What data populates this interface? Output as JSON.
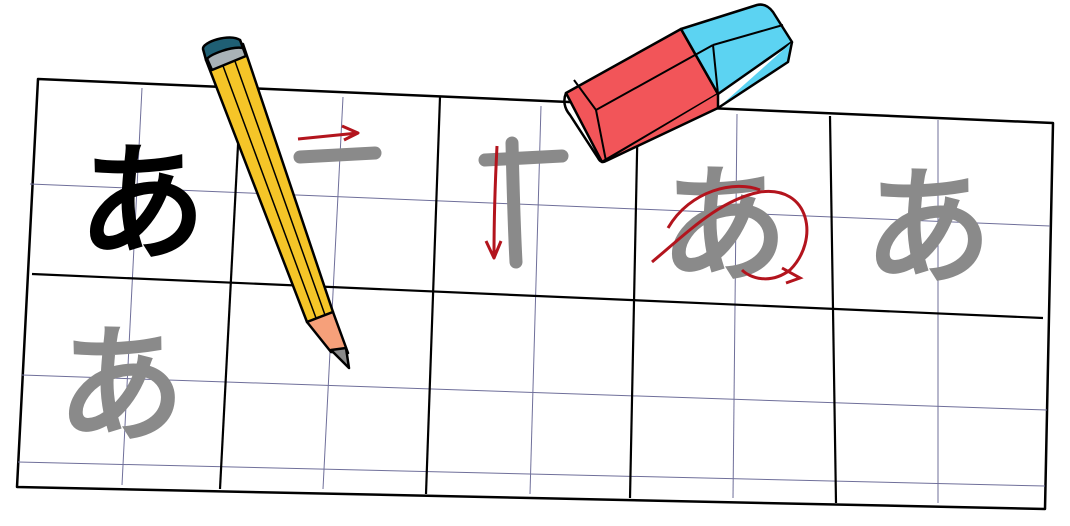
{
  "worksheet": {
    "model_char": "あ",
    "trace_chars": [
      "あ",
      "あ"
    ],
    "bottom_row_char": "あ",
    "rows": 2,
    "columns": 5
  },
  "colors": {
    "ink": "#000000",
    "trace_gray": "#8a8a8a",
    "stroke_guide_red": "#b3141d",
    "guide_lines": "#6f6f9a",
    "pencil_body": "#f5c528",
    "pencil_wood": "#f6a07a",
    "pencil_cap": "#1f5f74",
    "eraser_red": "#f25559",
    "eraser_blue": "#5cd3f2"
  },
  "icons": {
    "pencil": "pencil-icon",
    "eraser": "eraser-icon"
  }
}
